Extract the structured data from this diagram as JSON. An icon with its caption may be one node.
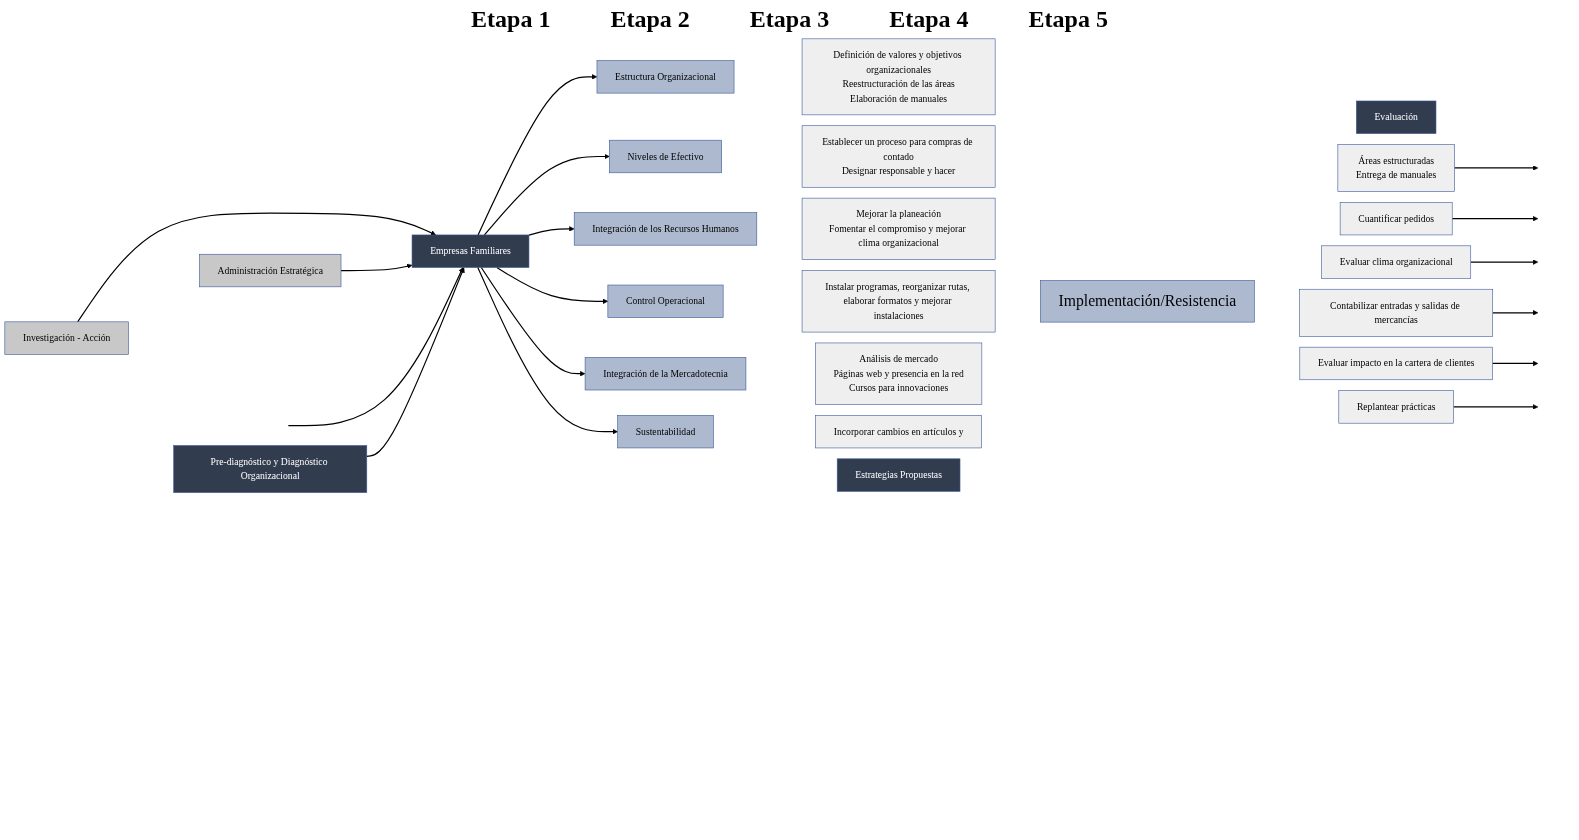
{
  "diagram": {
    "nodes": [
      {
        "text": [
          "Investigación - Acción"
        ]
      },
      {
        "text": [
          "Empresas Familiares"
        ]
      },
      {
        "text": [
          "Administración Estratégica"
        ]
      },
      {
        "text": [
          "Pre-diagnóstico y Diagnóstico Organizacional"
        ]
      },
      {
        "text": [
          "Estructura Organizacional"
        ]
      },
      {
        "text": [
          "Niveles de Efectivo"
        ]
      },
      {
        "text": [
          "Integración de los Recursos Humanos"
        ]
      },
      {
        "text": [
          "Control Operacional"
        ]
      },
      {
        "text": [
          "Integración de la Mercadotecnia"
        ]
      },
      {
        "text": [
          "Sustentabilidad"
        ]
      },
      {
        "text": [
          "Estrategias Propuestas"
        ]
      },
      {
        "text": [
          "Definición de valores y objetivos organizacionales",
          "Reestructuración de las áreas",
          "Elaboración de manuales"
        ]
      },
      {
        "text": [
          "Establecer un proceso para compras de contado",
          "Designar responsable y hacer"
        ]
      },
      {
        "text": [
          "Mejorar la planeación",
          "Fomentar el compromiso y mejorar clima organizacional"
        ]
      },
      {
        "text": [
          "Instalar programas, reorganizar rutas, elaborar formatos y mejorar instalaciones"
        ]
      },
      {
        "text": [
          "Análisis de mercado",
          "Páginas web y presencia en la red",
          "Cursos para innovaciones"
        ]
      },
      {
        "text": [
          "Incorporar cambios en artículos y"
        ]
      },
      {
        "text": [
          "Implementación/Resistencia"
        ]
      },
      {
        "text": [
          "Evaluación"
        ]
      },
      {
        "text": [
          "Áreas estructuradas",
          "Entrega de manuales"
        ]
      },
      {
        "text": [
          "Cuantificar pedidos"
        ]
      },
      {
        "text": [
          "Evaluar clima organizacional"
        ]
      },
      {
        "text": [
          "Contabilizar entradas y salidas de mercancías"
        ]
      },
      {
        "text": [
          "Evaluar impacto en la cartera de clientes"
        ]
      },
      {
        "text": [
          "Replantear prácticas"
        ]
      }
    ],
    "edges": [
      {
        "from": 0,
        "to": 1,
        "arrow": "to"
      },
      {
        "from": 2,
        "to": 1,
        "arrow": "to"
      },
      {
        "from": 3,
        "to": 1,
        "arrow": "to"
      },
      {
        "from": null,
        "to": 1,
        "arrow": "to"
      },
      {
        "from": 1,
        "to": 4,
        "arrow": "to"
      },
      {
        "from": 1,
        "to": 5,
        "arrow": "to"
      },
      {
        "from": 1,
        "to": 6,
        "arrow": "to"
      },
      {
        "from": 1,
        "to": 7,
        "arrow": "to"
      },
      {
        "from": 1,
        "to": 8,
        "arrow": "to"
      },
      {
        "from": 1,
        "to": 9,
        "arrow": "to"
      },
      {
        "from": 19,
        "to": null,
        "arrow": "to"
      },
      {
        "from": 20,
        "to": null,
        "arrow": "to"
      },
      {
        "from": 21,
        "to": null,
        "arrow": "to"
      },
      {
        "from": 22,
        "to": null,
        "arrow": "to"
      },
      {
        "from": 23,
        "to": null,
        "arrow": "to"
      },
      {
        "from": 24,
        "to": null,
        "arrow": "to"
      }
    ],
    "labels": [
      "Etapa 1",
      "Etapa 2",
      "Etapa 3",
      "Etapa 4",
      "Etapa 5"
    ]
  }
}
